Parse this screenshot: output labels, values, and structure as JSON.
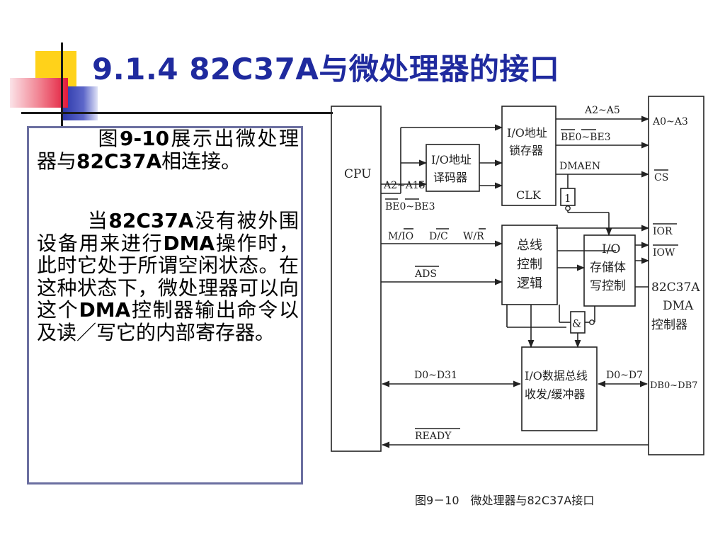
{
  "slide": {
    "title": "9.1.4  82C37A与微处理器的接口",
    "para1": {
      "parts": [
        "图",
        "9-10",
        "展示出微处理器与",
        "82C37A",
        "相连接。"
      ]
    },
    "para2": {
      "parts": [
        "当",
        "82C37A",
        "没有被外围设备用来进行",
        "DMA",
        "操作时，此时它处于所谓空闲状态。在这种状态下，微处理器可以向这个",
        "DMA",
        "控制器输出命令以及读／写它的内部寄存器。"
      ]
    },
    "caption": "图9－10　微处理器与82C37A接口"
  },
  "diagram": {
    "cpu": "CPU",
    "addr_decoder": [
      "I/O地址",
      "译码器"
    ],
    "addr_latch": [
      "I/O地址",
      "锁存器"
    ],
    "clk": "CLK",
    "bus_ctrl": [
      "总线",
      "控制",
      "逻辑"
    ],
    "io_mem_ctrl": [
      "I/O",
      "存储体",
      "写控制"
    ],
    "data_buf": [
      "I/O数据总线",
      "收发/缓冲器"
    ],
    "dma": [
      "82C37A",
      "DMA",
      "控制器"
    ],
    "inv_gate": "1",
    "and_gate": "&",
    "sig_a2a5": "A2~A5",
    "sig_a0a3": "A0~A3",
    "sig_be03_latch": "BE0~BE3",
    "sig_dmaen": "DMAEN",
    "sig_cs": "CS",
    "sig_a2a15": "A2~A15",
    "sig_be03": "BE0~BE3",
    "sig_mio": "M/IO",
    "sig_dc": "D/C",
    "sig_wr": "W/R",
    "sig_ads": "ADS",
    "sig_ior": "IOR",
    "sig_iow": "IOW",
    "sig_d0d31": "D0~D31",
    "sig_d0d7": "D0~D7",
    "sig_db0db7": "DB0~DB7",
    "sig_ready": "READY"
  }
}
